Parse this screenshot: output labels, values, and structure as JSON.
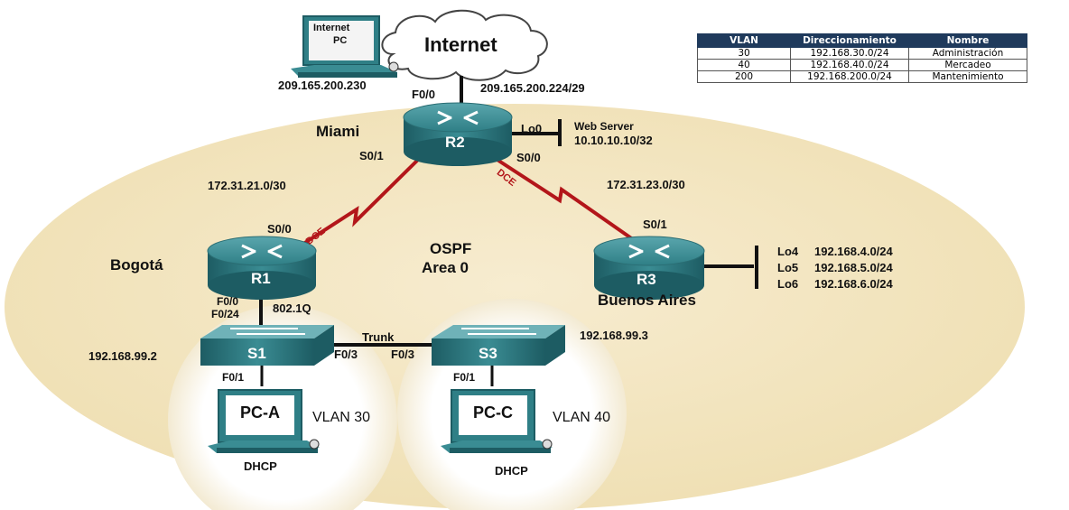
{
  "internet": {
    "cloud_label": "Internet",
    "pc_label_line1": "Internet",
    "pc_label_line2": "PC",
    "pc_ip": "209.165.200.230",
    "wan_net": "209.165.200.224/29"
  },
  "routers": {
    "r2": {
      "name": "R2",
      "site": "Miami",
      "if_f00": "F0/0",
      "if_s01": "S0/1",
      "if_s00": "S0/0",
      "if_lo0": "Lo0"
    },
    "r1": {
      "name": "R1",
      "site": "Bogotá",
      "if_s00": "S0/0",
      "if_f00": "F0/0",
      "encap": "802.1Q"
    },
    "r3": {
      "name": "R3",
      "site": "Buenos Aires",
      "if_s01": "S0/1"
    }
  },
  "web_server": {
    "label": "Web Server",
    "ip": "10.10.10.10/32"
  },
  "links": {
    "r1_r2_net": "172.31.21.0/30",
    "r2_r3_net": "172.31.23.0/30",
    "dce_left": "DCE",
    "dce_right": "DCE",
    "trunk": "Trunk"
  },
  "ospf": {
    "line1": "OSPF",
    "line2": "Area 0"
  },
  "loopbacks": [
    {
      "name": "Lo4",
      "net": "192.168.4.0/24"
    },
    {
      "name": "Lo5",
      "net": "192.168.5.0/24"
    },
    {
      "name": "Lo6",
      "net": "192.168.6.0/24"
    }
  ],
  "switches": {
    "s1": {
      "name": "S1",
      "ip": "192.168.99.2",
      "if_f024": "F0/24",
      "if_f03": "F0/3",
      "if_f01": "F0/1"
    },
    "s3": {
      "name": "S3",
      "ip": "192.168.99.3",
      "if_f03": "F0/3",
      "if_f01": "F0/1"
    }
  },
  "pcs": {
    "pca": {
      "name": "PC-A",
      "vlan": "VLAN 30",
      "addr": "DHCP"
    },
    "pcc": {
      "name": "PC-C",
      "vlan": "VLAN 40",
      "addr": "DHCP"
    }
  },
  "vlan_table": {
    "headers": [
      "VLAN",
      "Direccionamiento",
      "Nombre"
    ],
    "rows": [
      [
        "30",
        "192.168.30.0/24",
        "Administración"
      ],
      [
        "40",
        "192.168.40.0/24",
        "Mercadeo"
      ],
      [
        "200",
        "192.168.200.0/24",
        "Mantenimiento"
      ]
    ]
  },
  "colors": {
    "ospf_area": "#f3e7c4",
    "device_teal": "#2f7f86",
    "serial_link": "#b3161a",
    "table_header": "#1f3a5c"
  }
}
